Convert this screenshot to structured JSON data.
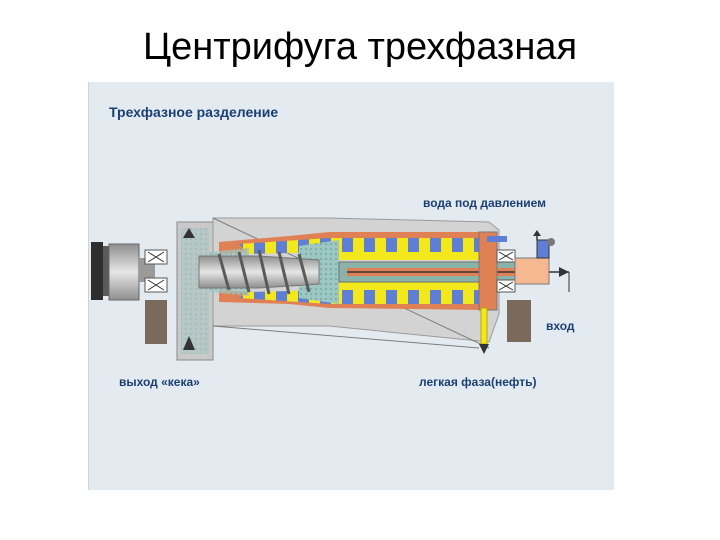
{
  "slide": {
    "title": "Центрифуга трехфазная"
  },
  "diagram": {
    "title": "Трехфазное разделение",
    "labels": {
      "pressurized_water": "вода под давлением",
      "inlet": "вход",
      "cake_outlet": "выход «кека»",
      "light_phase": "легкая фаза(нефть)"
    },
    "colors": {
      "panel_background": "#e3ebf1",
      "label_text": "#1b3f73",
      "liquid_yellow": "#f2e81c",
      "liquid_blue": "#5f7fd6",
      "solids_teal": "#9cc7c3",
      "housing_orange": "#e08155",
      "bearing_brown": "#7a6a5c",
      "metal_gray": "#b7b7b7"
    }
  }
}
